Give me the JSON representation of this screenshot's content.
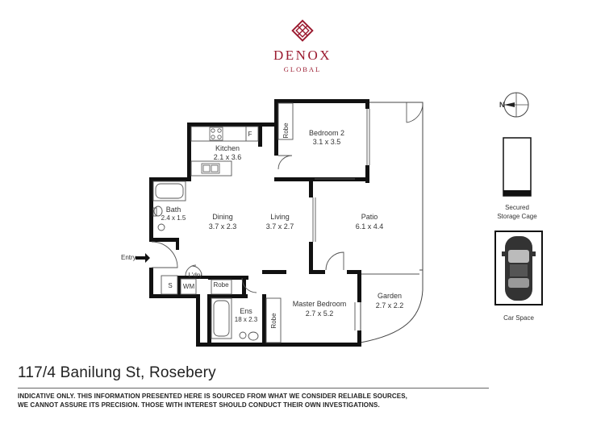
{
  "brand": {
    "name": "DENOX",
    "sub": "GLOBAL",
    "color": "#9b1b30"
  },
  "rooms": {
    "kitchen": {
      "name": "Kitchen",
      "dim": "2.1 x 3.6"
    },
    "bedroom2": {
      "name": "Bedroom 2",
      "dim": "3.1 x 3.5"
    },
    "bath": {
      "name": "Bath",
      "dim": "2.4 x 1.5"
    },
    "dining": {
      "name": "Dining",
      "dim": "3.7 x 2.3"
    },
    "living": {
      "name": "Living",
      "dim": "3.7 x 2.7"
    },
    "patio": {
      "name": "Patio",
      "dim": "6.1 x 4.4"
    },
    "master": {
      "name": "Master Bedroom",
      "dim": "2.7 x 5.2"
    },
    "garden": {
      "name": "Garden",
      "dim": "2.7 x 2.2"
    },
    "ens": {
      "name": "Ens",
      "dim": "18 x 2.3"
    }
  },
  "small_labels": {
    "robe": "Robe",
    "fridge": "F",
    "laundry": "L'dry",
    "storage": "S",
    "washer": "WM",
    "entry": "Entry"
  },
  "compass": {
    "north": "N"
  },
  "storage_cage": {
    "line1": "Secured",
    "line2": "Storage Cage"
  },
  "car_space": {
    "label": "Car Space"
  },
  "address": "117/4 Banilung St, Rosebery",
  "disclaimer": {
    "line1": "INDICATIVE ONLY. THIS INFORMATION PRESENTED HERE IS SOURCED FROM WHAT WE CONSIDER RELIABLE SOURCES,",
    "line2": "WE CANNOT ASSURE ITS PRECISION. THOSE WITH INTEREST SHOULD CONDUCT THEIR OWN INVESTIGATIONS."
  }
}
